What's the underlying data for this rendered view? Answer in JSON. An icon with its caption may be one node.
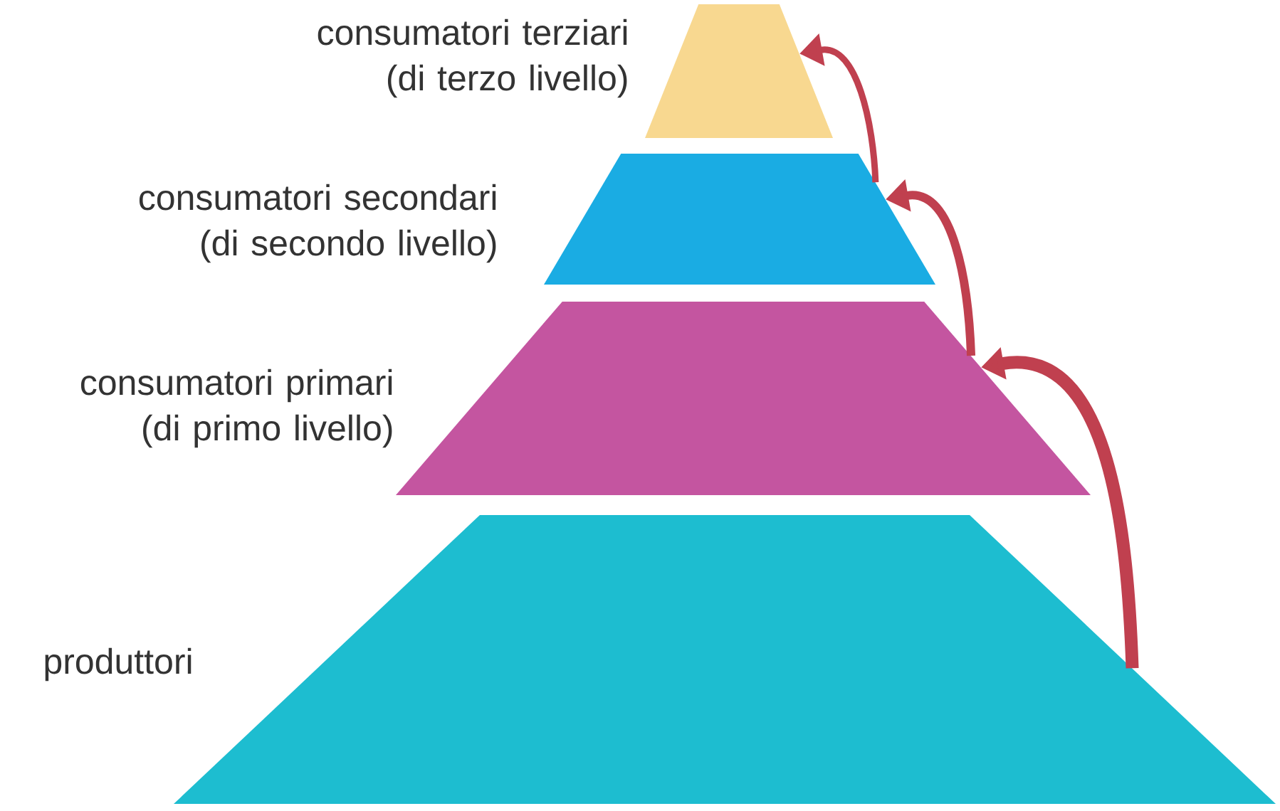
{
  "diagram": {
    "nodes": [
      {
        "text": [
          "consumatori terziari (di terzo livello)"
        ]
      },
      {
        "text": [
          "consumatori secondari (di secondo livello)"
        ]
      },
      {
        "text": [
          "consumatori primari (di primo livello)"
        ]
      },
      {
        "text": [
          "produttori"
        ]
      }
    ],
    "edges": [
      {
        "from": 3,
        "to": 2,
        "arrow": "to"
      },
      {
        "from": 2,
        "to": 1,
        "arrow": "to"
      },
      {
        "from": 1,
        "to": 0,
        "arrow": "to"
      }
    ]
  }
}
